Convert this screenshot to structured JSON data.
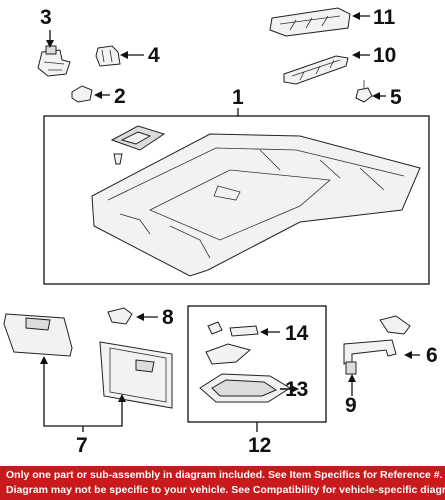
{
  "callouts": {
    "c1": "1",
    "c2": "2",
    "c3": "3",
    "c4": "4",
    "c5": "5",
    "c6": "6",
    "c7": "7",
    "c8": "8",
    "c9": "9",
    "c10": "10",
    "c11": "11",
    "c12": "12",
    "c13": "13",
    "c14": "14"
  },
  "footer": {
    "line1": "Only one part or sub-assembly in diagram included. See Item Specifics for Reference #.",
    "line2": "Diagram may not be specific to your vehicle. See Compatibility for vehicle-specific diagrams."
  },
  "colors": {
    "banner": "#c8191c",
    "banner_text": "#ffffff",
    "line": "#111111"
  }
}
